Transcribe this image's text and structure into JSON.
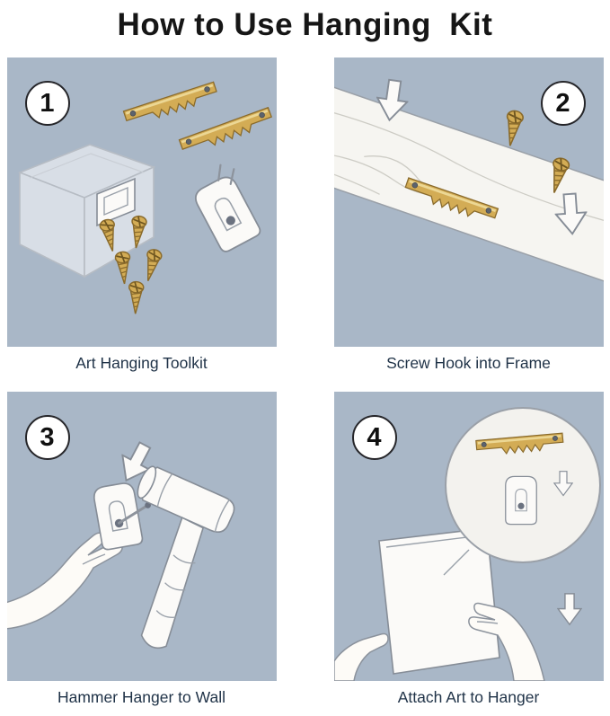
{
  "title": "How to Use Hanging  Kit",
  "steps": [
    {
      "number": "1",
      "caption": "Art Hanging Toolkit"
    },
    {
      "number": "2",
      "caption": "Screw Hook into Frame"
    },
    {
      "number": "3",
      "caption": "Hammer Hanger to Wall"
    },
    {
      "number": "4",
      "caption": "Attach Art to Hanger"
    }
  ],
  "colors": {
    "panel_bg": "#a9b7c7",
    "brass": "#d3ac55",
    "brass_dark": "#8a6b2c",
    "brass_light": "#ecd794",
    "caption_text": "#1f3247",
    "title_text": "#161616"
  }
}
